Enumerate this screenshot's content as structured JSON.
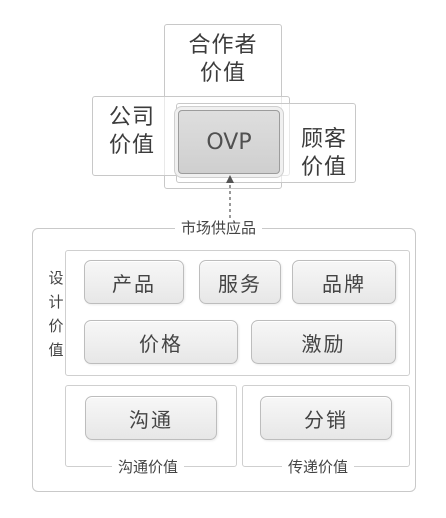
{
  "top": {
    "partner_value": [
      "合作者",
      "价值"
    ],
    "company_value": [
      "公司",
      "价值"
    ],
    "center": "OVP",
    "customer_value": [
      "顾客",
      "价值"
    ]
  },
  "offering_label": "市场供应品",
  "design_value": {
    "label_chars": [
      "设",
      "计",
      "价",
      "值"
    ],
    "items": [
      "产品",
      "服务",
      "品牌",
      "价格",
      "激励"
    ]
  },
  "communication_value": {
    "label": "沟通价值",
    "item": "沟通"
  },
  "delivery_value": {
    "label": "传递价值",
    "item": "分销"
  }
}
